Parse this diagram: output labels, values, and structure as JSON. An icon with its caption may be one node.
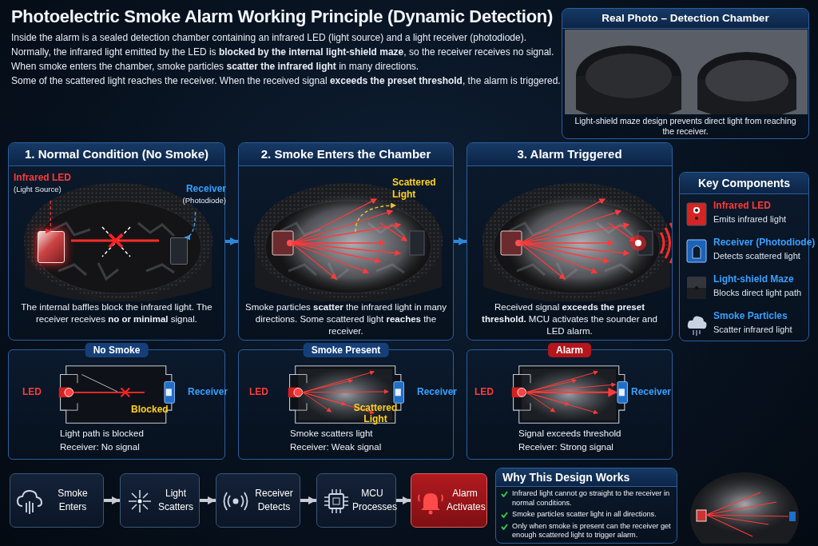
{
  "diagram": {
    "title": "Photoelectric Smoke Alarm Working Principle (Dynamic Detection)",
    "nodes": [
      {
        "text": [
          "1. Normal Condition (No Smoke)",
          "The internal baffles block the infrared light. The receiver receives **no or minimal** signal."
        ]
      },
      {
        "text": [
          "Infrared LED",
          "(Light Source)"
        ],
        "in": 0
      },
      {
        "text": [],
        "shape": "box",
        "in": 0
      },
      {
        "text": [
          "Receiver",
          "(Photodiode)"
        ],
        "in": 0
      },
      {
        "text": [],
        "shape": "box",
        "in": 0
      },
      {
        "text": [
          "2. Smoke Enters the Chamber",
          "Smoke particles **scatter** the infrared light in many directions. Some scattered light **reaches** the receiver."
        ]
      },
      {
        "text": [
          "Scattered Light"
        ],
        "in": 5
      },
      {
        "text": [
          "3. Alarm Triggered",
          "Received signal **exceeds the preset threshold.** MCU activates the sounder and LED alarm."
        ]
      },
      {
        "text": [
          "Real Photo – Detection Chamber",
          "Light-shield maze design prevents direct light from reaching the receiver."
        ]
      },
      {
        "text": [
          "Key Components"
        ]
      },
      {
        "text": [
          "Infrared LED",
          "Emits infrared light"
        ],
        "in": 9
      },
      {
        "text": [
          "Receiver (Photodiode)",
          "Detects scattered light"
        ],
        "in": 9
      },
      {
        "text": [
          "Light-shield Maze",
          "Blocks direct light path"
        ],
        "in": 9
      },
      {
        "text": [
          "Smoke Particles",
          "Scatter infrared light"
        ],
        "in": 9
      },
      {
        "text": [
          "No Smoke",
          "Light path is blocked",
          "Receiver: No signal"
        ]
      },
      {
        "text": [
          "Smoke Present",
          "Smoke scatters light",
          "Receiver: Weak signal"
        ]
      },
      {
        "text": [
          "Alarm",
          "Signal exceeds threshold",
          "Receiver: Strong signal"
        ]
      },
      {
        "text": [
          "Smoke Enters"
        ]
      },
      {
        "text": [
          "Light Scatters"
        ]
      },
      {
        "text": [
          "Receiver Detects"
        ]
      },
      {
        "text": [
          "MCU Processes"
        ]
      },
      {
        "text": [
          "Alarm Activates"
        ]
      },
      {
        "text": [
          "Why This Design Works",
          "Infrared light cannot go straight to the receiver in normal conditions.",
          "Smoke particles scatter light in all directions.",
          "Only when smoke is present can the receiver get enough scattered light to trigger alarm."
        ]
      }
    ],
    "edges": [
      {
        "from": 1,
        "to": 2,
        "arrow": "to",
        "style": "dashed",
        "color": "#e8323a"
      },
      {
        "from": 3,
        "to": 4,
        "arrow": "to",
        "style": "dashed",
        "color": "#3a9be8"
      },
      {
        "from": null,
        "to": 6,
        "arrow": "to",
        "style": "dashed",
        "color": "#e8c43a"
      },
      {
        "from": 0,
        "to": 5,
        "arrow": "to",
        "color": "#2f86d8"
      },
      {
        "from": 5,
        "to": 7,
        "arrow": "to",
        "color": "#2f86d8"
      },
      {
        "from": 17,
        "to": 18,
        "arrow": "to"
      },
      {
        "from": 18,
        "to": 19,
        "arrow": "to"
      },
      {
        "from": 19,
        "to": 20,
        "arrow": "to"
      },
      {
        "from": 20,
        "to": 21,
        "arrow": "to"
      }
    ],
    "labels": [
      "Inside the alarm is a sealed detection chamber containing an infrared LED (light source) and a light receiver (photodiode).",
      "Normally, the infrared light emitted by the LED is **blocked by the internal light-shield maze**, so the receiver receives no signal.",
      "When smoke enters the chamber, smoke particles **scatter the infrared light** in many directions.",
      "Some of the scattered light reaches the receiver. When the received signal **exceeds the preset threshold**, the alarm is triggered.",
      "LED",
      "Receiver",
      "Blocked",
      "LED",
      "Receiver",
      "Scattered Light",
      "LED",
      "Receiver"
    ]
  }
}
